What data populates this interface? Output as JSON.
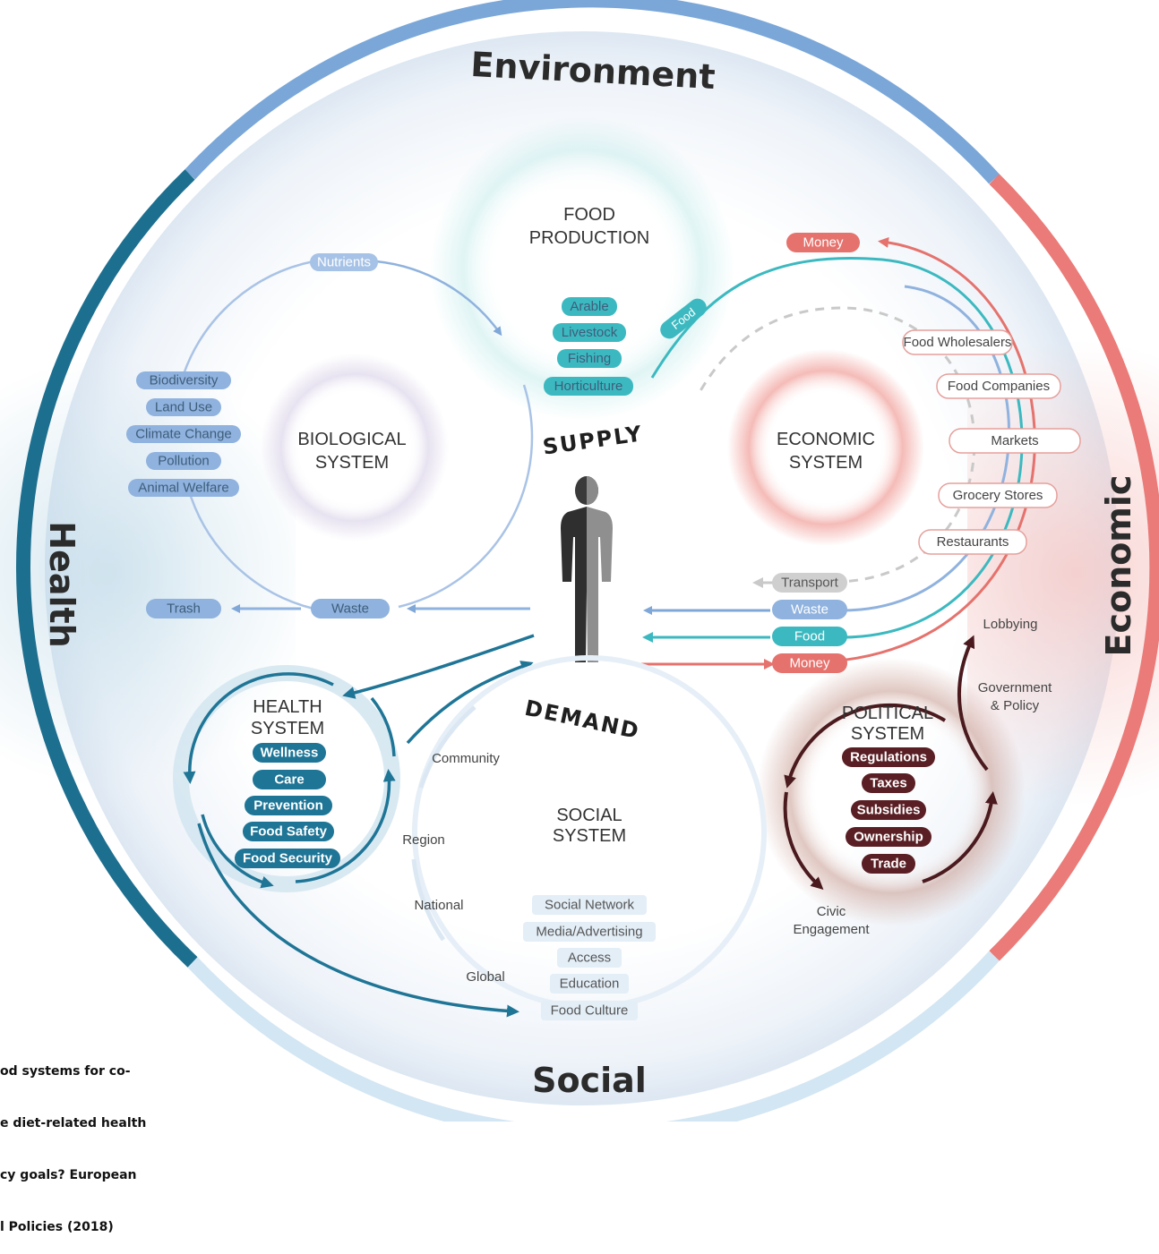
{
  "rim": {
    "environment": "Environment",
    "economic": "Economic",
    "social": "Social",
    "health": "Health"
  },
  "flow": {
    "supply": "SUPPLY",
    "demand": "DEMAND"
  },
  "food_production": {
    "line1": "FOOD",
    "line2": "PRODUCTION",
    "items": [
      "Arable",
      "Livestock",
      "Fishing",
      "Horticulture"
    ]
  },
  "biological_system": {
    "line1": "BIOLOGICAL",
    "line2": "SYSTEM",
    "nutrients": "Nutrients",
    "items": [
      "Biodiversity",
      "Land Use",
      "Climate Change",
      "Pollution",
      "Animal Welfare"
    ],
    "waste": "Waste",
    "trash": "Trash"
  },
  "economic_system": {
    "line1": "ECONOMIC",
    "line2": "SYSTEM",
    "money_top": "Money",
    "food_tag": "Food",
    "actors": [
      "Food Wholesalers",
      "Food Companies",
      "Markets",
      "Grocery Stores",
      "Restaurants"
    ],
    "flows": [
      "Transport",
      "Waste",
      "Food",
      "Money"
    ]
  },
  "health_system": {
    "line1": "HEALTH",
    "line2": "SYSTEM",
    "items": [
      "Wellness",
      "Care",
      "Prevention",
      "Food Safety",
      "Food Security"
    ]
  },
  "social_system": {
    "line1": "SOCIAL",
    "line2": "SYSTEM",
    "scales": [
      "Community",
      "Region",
      "National",
      "Global"
    ],
    "items": [
      "Social Network",
      "Media/Advertising",
      "Access",
      "Education",
      "Food Culture"
    ]
  },
  "political_system": {
    "line1": "POLITICAL",
    "line2": "SYSTEM",
    "items": [
      "Regulations",
      "Taxes",
      "Subsidies",
      "Ownership",
      "Trade"
    ],
    "lobbying": "Lobbying",
    "gov_line1": "Government",
    "gov_line2": "& Policy",
    "civic_line1": "Civic",
    "civic_line2": "Engagement"
  },
  "caption": {
    "lines": [
      "od systems for co-",
      "e diet-related health",
      "cy goals? European",
      "l Policies (2018)"
    ]
  },
  "colors": {
    "environment": "#6b9bd1",
    "economic": "#e8706f",
    "social": "#cfe4f2",
    "health": "#1d6f8f",
    "bio_pill": "#8fb2de",
    "teal": "#3cb9c0",
    "money": "#e5726d",
    "political": "#5a1f24",
    "health_pill": "#1f7596"
  }
}
